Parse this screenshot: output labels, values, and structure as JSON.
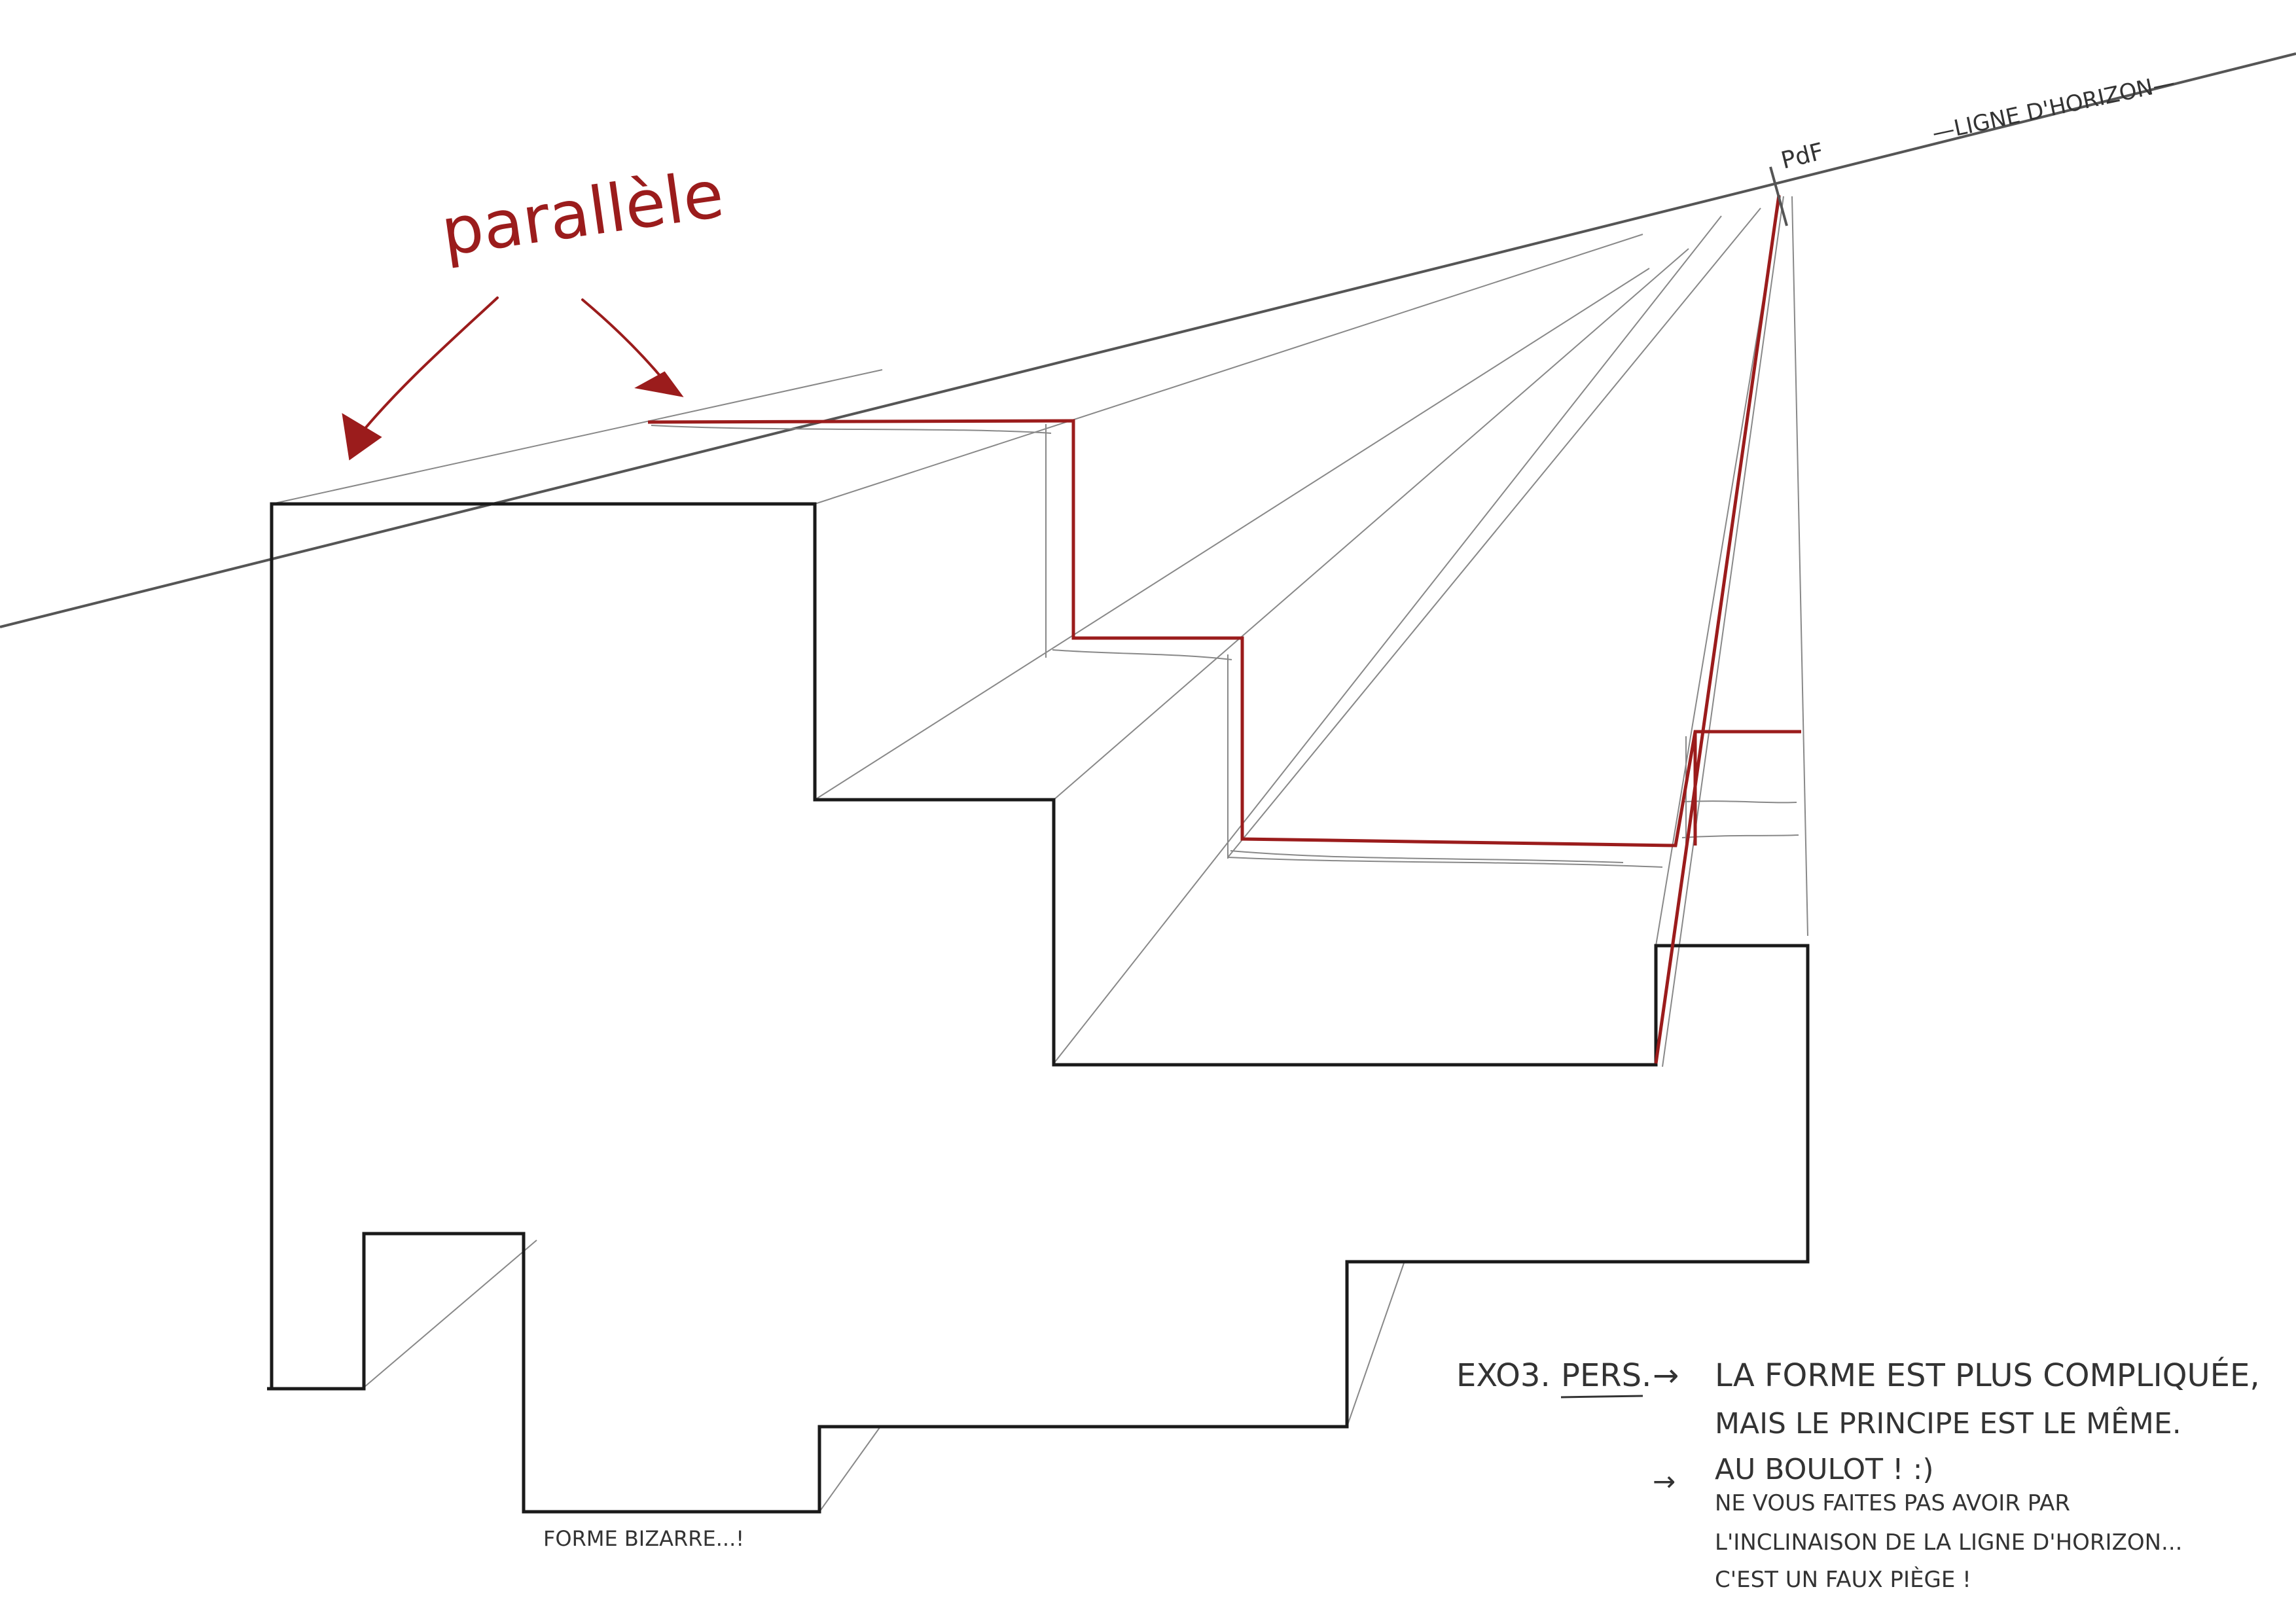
{
  "labels": {
    "horizon": "—LIGNE D'HORIZON—",
    "vanishing_point": "PdF",
    "parallel": "parallèle",
    "shape": "FORME BIZARRE...!",
    "exercise_title": "EXO3.",
    "exercise_subject": "PERS.",
    "arrow1": "→",
    "note_line1": "LA FORME EST PLUS COMPLIQUÉE,",
    "note_line2": "MAIS LE PRINCIPE EST LE MÊME.",
    "note_line3": "AU BOULOT ! :)",
    "arrow2": "→",
    "note_line4": "NE VOUS FAITES PAS AVOIR PAR",
    "note_line5": "L'INCLINAISON DE LA LIGNE D'HORIZON...",
    "note_line6": "C'EST UN FAUX PIÈGE !"
  },
  "colors": {
    "ink": "#1a1a1a",
    "pencil": "#8a8a8a",
    "red": "#9b1c1c"
  }
}
